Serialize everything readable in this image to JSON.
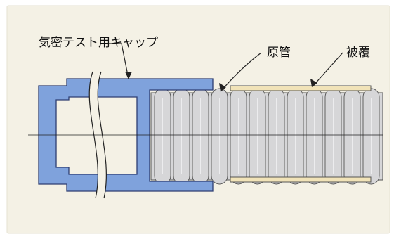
{
  "labels": {
    "cap": "気密テスト用キャップ",
    "pipe": "原管",
    "cover": "被覆"
  },
  "colors": {
    "background": "#f4f1e5",
    "frame": "#ffffff",
    "cap_fill": "#7fa2dc",
    "cap_stroke": "#2d3e72",
    "pipe_fill": "#d6d6d8",
    "pipe_stroke": "#555555",
    "cover_fill": "#f1e3b8",
    "cover_stroke": "#555555",
    "line": "#222222"
  },
  "pipe": {
    "corrugation_count": 12
  }
}
